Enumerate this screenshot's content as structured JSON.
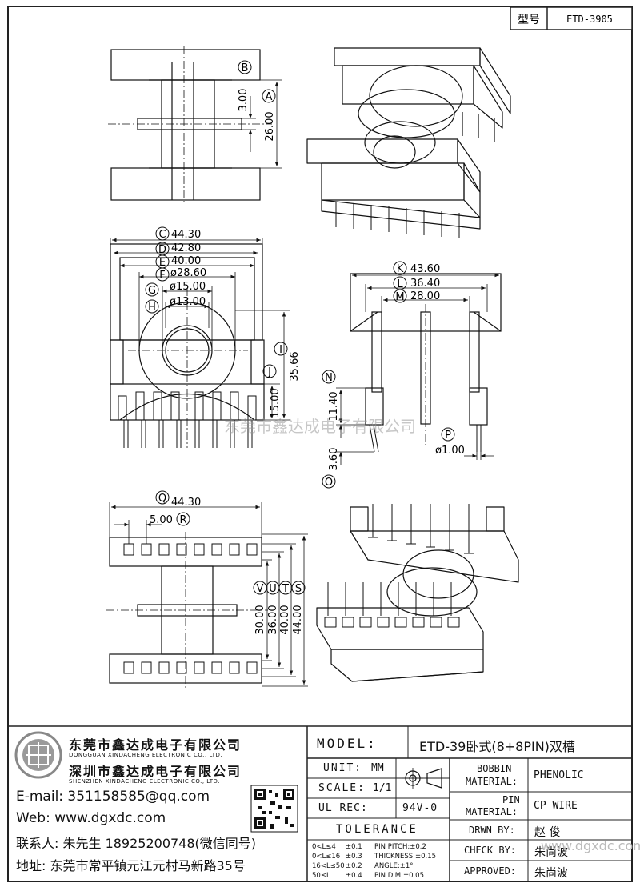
{
  "header": {
    "type_label": "型号",
    "type_value": "ETD-3905"
  },
  "watermark": "东莞市鑫达成电子有限公司",
  "watermark_url": "www.dgxdc.com",
  "dims": {
    "top_view": {
      "b": "B",
      "a": "A",
      "d3": "3.00",
      "d26": "26.00"
    },
    "front_view": {
      "c": "C",
      "c_val": "44.30",
      "d": "D",
      "d_val": "42.80",
      "e": "E",
      "e_val": "40.00",
      "f": "F",
      "f_val": "ø28.60",
      "g": "G",
      "g_val": "ø15.00",
      "h": "H",
      "h_val": "ø13.00",
      "i": "I",
      "i_val": "35.66",
      "j": "J",
      "j_val": "15.00"
    },
    "side_view": {
      "k": "K",
      "k_val": "43.60",
      "l": "L",
      "l_val": "36.40",
      "m": "M",
      "m_val": "28.00",
      "n": "N",
      "n_val": "11.40",
      "o": "O",
      "o_val": "3.60",
      "p": "P",
      "p_val": "ø1.00"
    },
    "bottom_view": {
      "q": "Q",
      "q_val": "44.30",
      "r": "R",
      "r_val": "5.00",
      "v": "V",
      "v_val": "30.00",
      "u": "U",
      "u_val": "36.00",
      "t": "T",
      "t_val": "40.00",
      "s": "S",
      "s_val": "44.00"
    }
  },
  "company": {
    "name_dg": "东莞市鑫达成电子有限公司",
    "name_dg_en": "DONGGUAN XINDACHENG ELECTRONIC CO., LTD.",
    "name_sz": "深圳市鑫达成电子有限公司",
    "name_sz_en": "SHENZHEN XINDACHENG ELECTRONIC CO., LTD.",
    "email": "E-mail: 351158585@qq.com",
    "web": "Web: www.dgxdc.com",
    "contact": "联系人: 朱先生 18925200748(微信同号)",
    "address": "地址: 东莞市常平镇元江元村马新路35号"
  },
  "titleblock": {
    "model_label": "MODEL:",
    "model_value": "ETD-39卧式(8+8PIN)双槽",
    "unit_label": "UNIT:",
    "unit_value": "MM",
    "scale_label": "SCALE:",
    "scale_value": "1/1",
    "ulrec_label": "UL REC:",
    "ulrec_value": "94V-0",
    "tolerance_label": "TOLERANCE",
    "bobbin_label_1": "BOBBIN",
    "bobbin_label_2": "MATERIAL:",
    "bobbin_value": "PHENOLIC",
    "pin_label_1": "PIN",
    "pin_label_2": "MATERIAL:",
    "pin_value": "CP WIRE",
    "drwn_label": "DRWN BY:",
    "drwn_value": "赵  俊",
    "check_label": "CHECK BY:",
    "check_value": "朱尚波",
    "approved_label": "APPROVED:",
    "approved_value": "朱尚波",
    "tol": [
      {
        "range": "0<L≤4",
        "tol": "±0.1",
        "item": "PIN PITCH:±0.2"
      },
      {
        "range": "0<L≤16",
        "tol": "±0.3",
        "item": "THICKNESS:±0.15"
      },
      {
        "range": "16<L≤50",
        "tol": "±0.2",
        "item": "ANGLE:±1°"
      },
      {
        "range": "50≤L",
        "tol": "±0.4",
        "item": "PIN DIM:±0.05"
      }
    ]
  }
}
